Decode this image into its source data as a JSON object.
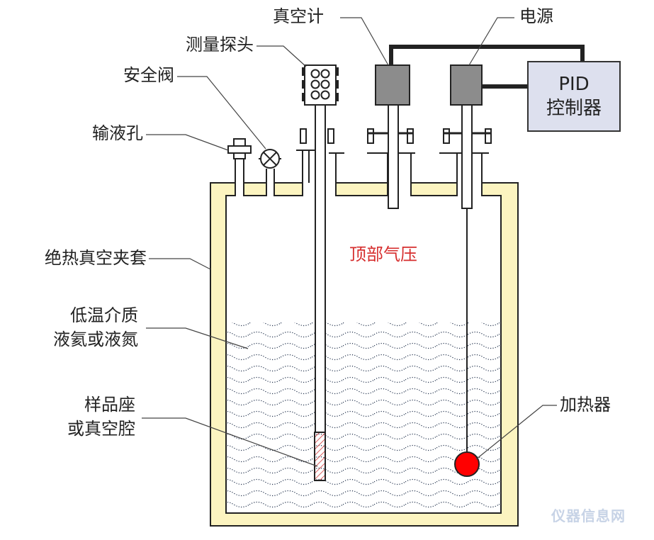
{
  "labels": {
    "vacuum_gauge": "真空计",
    "power_supply": "电源",
    "probe": "测量探头",
    "safety_valve": "安全阀",
    "fill_port": "输液孔",
    "pid_line1": "PID",
    "pid_line2": "控制器",
    "insulation": "绝热真空夹套",
    "medium_line1": "低温介质",
    "medium_line2": "液氦或液氮",
    "sample_line1": "样品座",
    "sample_line2": "或真空腔",
    "headspace": "顶部气压",
    "heater": "加热器"
  },
  "watermark": "仪器信息网",
  "colors": {
    "jacket": "#fcf4c0",
    "outline": "#222222",
    "gauge_fill": "#8c8c8c",
    "pid_fill": "#dde0ee",
    "heater": "#ff0000",
    "headspace_text": "#d62e2e",
    "liquid_dots": "#1f2f4a"
  }
}
